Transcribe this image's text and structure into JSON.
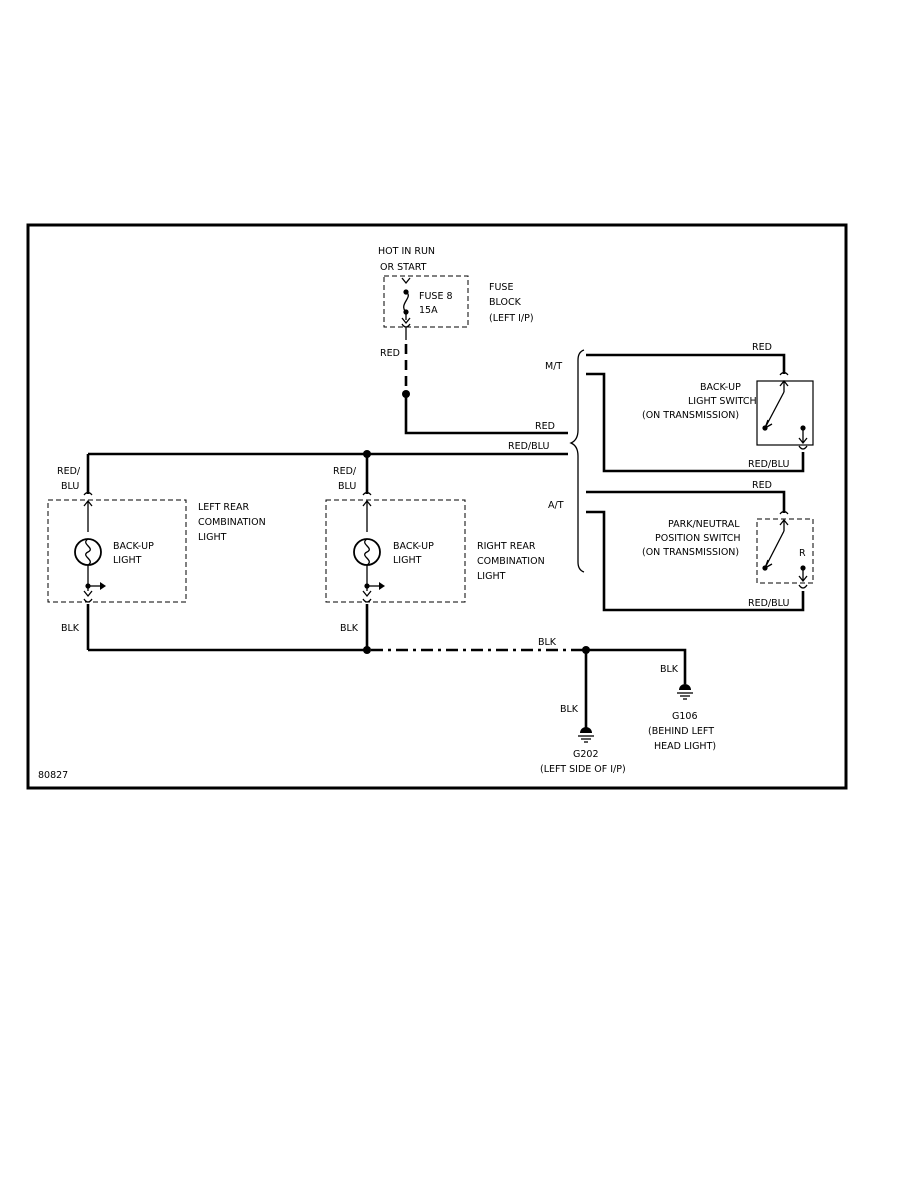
{
  "power": {
    "source_line1": "HOT IN RUN",
    "source_line2": "OR START"
  },
  "fuse": {
    "name": "FUSE 8",
    "rating": "15A"
  },
  "fuse_block": {
    "line1": "FUSE",
    "line2": "BLOCK",
    "line3": "(LEFT I/P)"
  },
  "wires": {
    "red_fuse": "RED",
    "red_main": "RED",
    "red_blu_main": "RED/BLU",
    "red_mt": "RED",
    "red_blu_mt": "RED/BLU",
    "red_at": "RED",
    "red_blu_at": "RED/BLU",
    "left_red_blu_1": "RED/",
    "left_red_blu_2": "BLU",
    "right_red_blu_1": "RED/",
    "right_red_blu_2": "BLU",
    "left_blk": "BLK",
    "right_blk": "BLK",
    "ground_bus_blk": "BLK",
    "g202_blk": "BLK",
    "g106_blk": "BLK"
  },
  "transmission": {
    "mt": "M/T",
    "at": "A/T"
  },
  "backup_switch": {
    "line1": "BACK-UP",
    "line2": "LIGHT SWITCH",
    "line3": "(ON TRANSMISSION)"
  },
  "pn_switch": {
    "line1": "PARK/NEUTRAL",
    "line2": "POSITION SWITCH",
    "line3": "(ON TRANSMISSION)",
    "position": "R"
  },
  "left_lamp": {
    "bulb1": "BACK-UP",
    "bulb2": "LIGHT",
    "assy1": "LEFT REAR",
    "assy2": "COMBINATION",
    "assy3": "LIGHT"
  },
  "right_lamp": {
    "bulb1": "BACK-UP",
    "bulb2": "LIGHT",
    "assy1": "RIGHT REAR",
    "assy2": "COMBINATION",
    "assy3": "LIGHT"
  },
  "g202": {
    "id": "G202",
    "location": "(LEFT SIDE OF I/P)"
  },
  "g106": {
    "id": "G106",
    "location1": "(BEHIND LEFT",
    "location2": "HEAD LIGHT)"
  },
  "figure_id": "80827"
}
